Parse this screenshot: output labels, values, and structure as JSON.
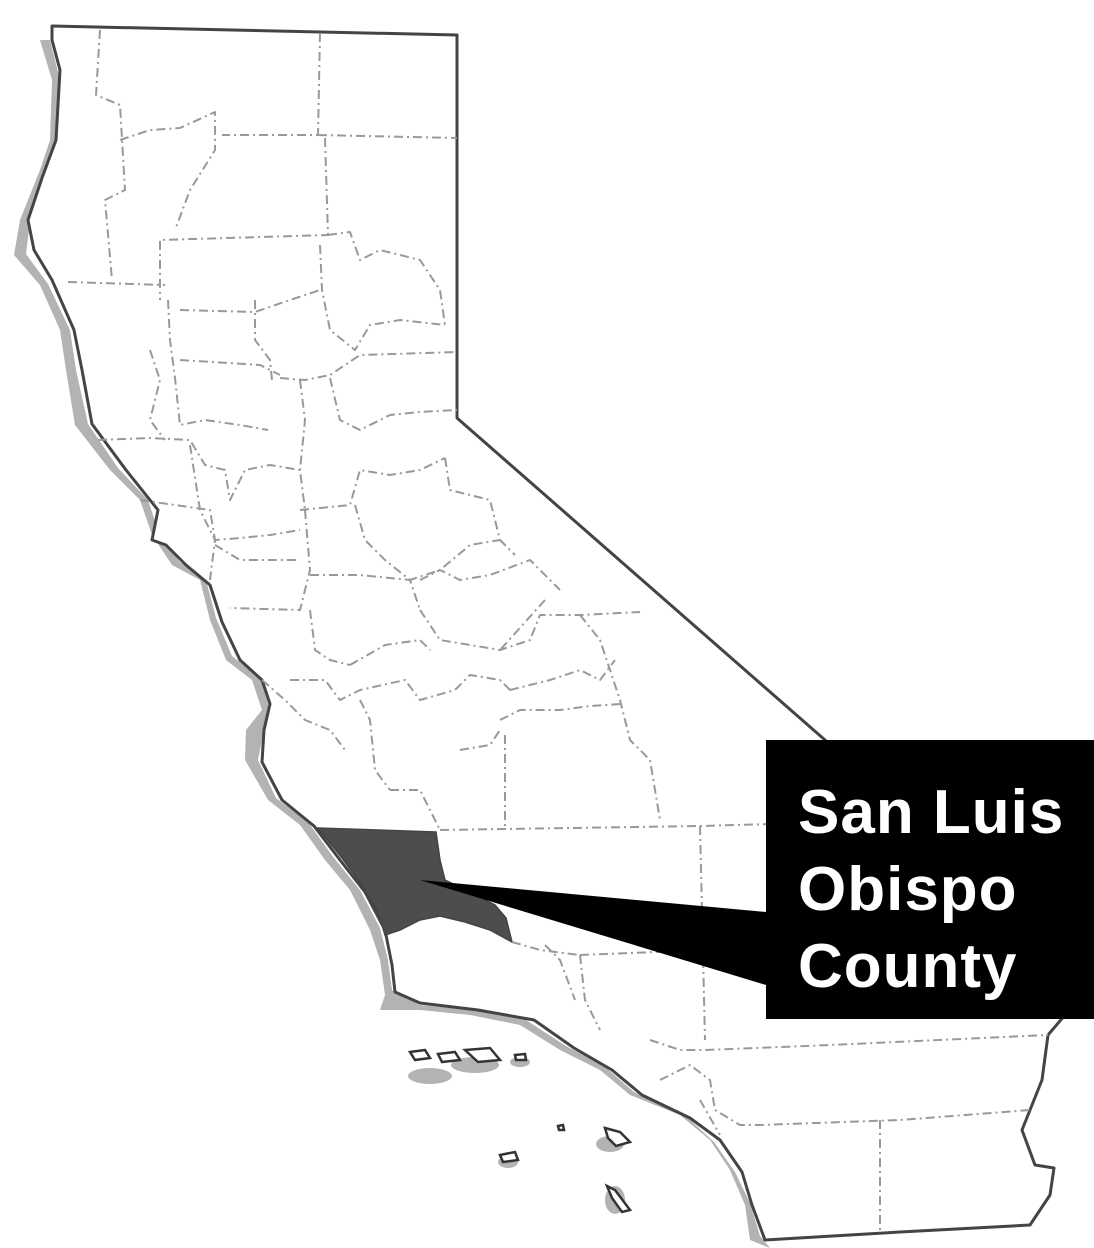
{
  "map": {
    "highlighted_region": "San Luis Obispo County",
    "colors": {
      "background": "#ffffff",
      "state_fill": "#ffffff",
      "state_outline": "#444444",
      "coast_shadow": "#b3b3b3",
      "county_borders": "#999999",
      "highlight": "#4d4d4d",
      "callout": "#000000",
      "callout_text": "#ffffff"
    }
  },
  "callout": {
    "lines": [
      "San Luis",
      "Obispo",
      "County"
    ]
  }
}
